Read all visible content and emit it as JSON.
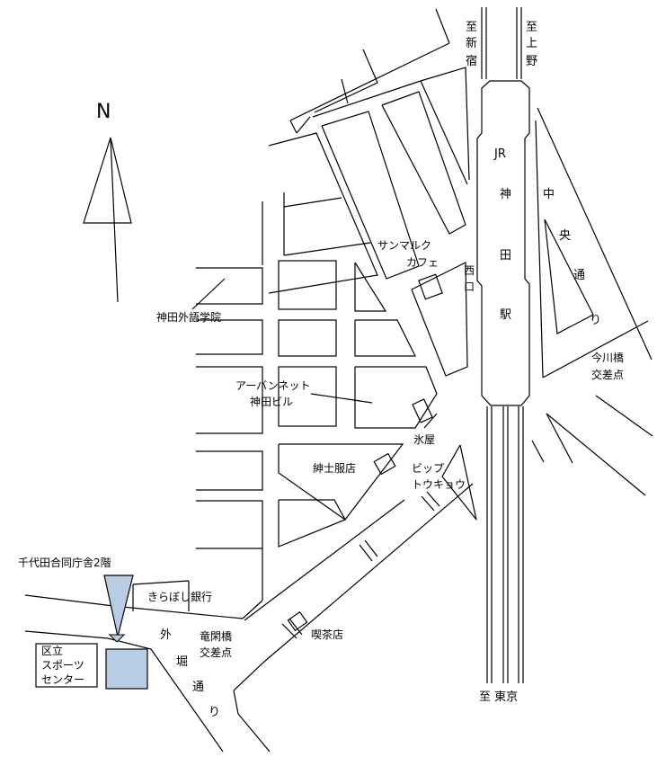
{
  "compass": {
    "label": "N"
  },
  "directions": {
    "shinjuku": "至新宿",
    "ueno": "至上野",
    "tokyo": "至 東京"
  },
  "station": {
    "name_lines": [
      "JR",
      "神",
      "田",
      "駅"
    ],
    "west_exit": "西口"
  },
  "streets": {
    "chuo_dori": "中央通り",
    "sotobori_dori": "外堀通り"
  },
  "intersections": {
    "imagawabashi": [
      "今川橋",
      "交差点"
    ],
    "ryukanbashi": [
      "竜閑橋",
      "交差点"
    ]
  },
  "places": {
    "saint_marc_cafe": [
      "サンマルク",
      "カフェ"
    ],
    "kanda_gaigo": "神田外語学院",
    "urban_net": [
      "アーバンネット",
      "神田ビル"
    ],
    "koriya": "氷屋",
    "shinshifuku": "紳士服店",
    "bic_tokyo": [
      "ビップ",
      "トウキョウ"
    ],
    "kiraboshi": "きらぼし銀行",
    "kissaten": "喫茶店",
    "chiyoda_office": "千代田合同庁舎2階",
    "sports_center": [
      "区立",
      "スポーツ",
      "センター"
    ]
  },
  "colors": {
    "destination_fill": "#b8cce4",
    "marker_fill": "#b8cce4"
  }
}
